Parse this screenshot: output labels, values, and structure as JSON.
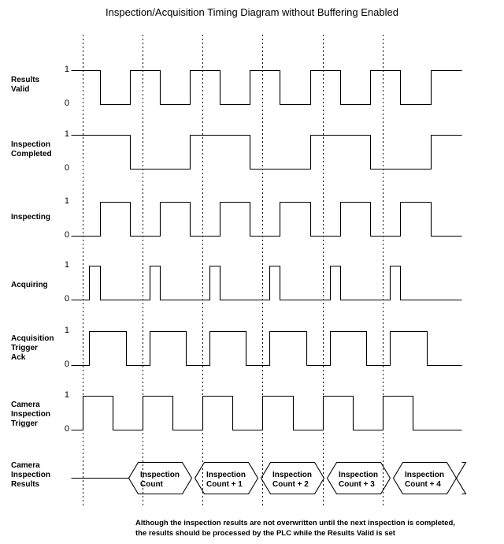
{
  "title": "Inspection/Acquisition Timing Diagram without Buffering Enabled",
  "footnote": "Although the inspection results are not overwritten until the next inspection is completed,\nthe results should be processed by the PLC while the Results Valid is set",
  "axis": {
    "high_label": "1",
    "low_label": "0"
  },
  "signals": [
    {
      "name": "results-valid",
      "label": "Results\nValid"
    },
    {
      "name": "inspection-completed",
      "label": "Inspection\nCompleted"
    },
    {
      "name": "inspecting",
      "label": "Inspecting"
    },
    {
      "name": "acquiring",
      "label": "Acquiring"
    },
    {
      "name": "acquisition-trigger-ack",
      "label": "Acquisition\nTrigger\nAck"
    },
    {
      "name": "camera-inspection-trigger",
      "label": "Camera\nInspection\nTrigger"
    },
    {
      "name": "camera-inspection-results",
      "label": "Camera\nInspection\nResults"
    }
  ],
  "data_values": [
    "Inspection\nCount",
    "Inspection\nCount + 1",
    "Inspection\nCount + 2",
    "Inspection\nCount + 3",
    "Inspection\nCount + 4"
  ],
  "chart_data": {
    "type": "line",
    "title": "Inspection/Acquisition Timing Diagram without Buffering Enabled",
    "xlabel": "",
    "ylabel": "",
    "grid": true,
    "legend_position": "none",
    "gridlines_x": [
      105,
      181,
      257,
      333,
      410,
      486
    ],
    "x_range": [
      90,
      586
    ],
    "y_levels": {
      "high": "1",
      "low": "0"
    },
    "series": [
      {
        "name": "Results Valid",
        "values": [
          [
            90,
            1
          ],
          [
            127,
            1
          ],
          [
            127,
            0
          ],
          [
            165,
            0
          ],
          [
            165,
            1
          ],
          [
            203,
            1
          ],
          [
            203,
            0
          ],
          [
            241,
            0
          ],
          [
            241,
            1
          ],
          [
            279,
            1
          ],
          [
            279,
            0
          ],
          [
            317,
            0
          ],
          [
            317,
            1
          ],
          [
            355,
            1
          ],
          [
            355,
            0
          ],
          [
            394,
            0
          ],
          [
            394,
            1
          ],
          [
            432,
            1
          ],
          [
            432,
            0
          ],
          [
            470,
            0
          ],
          [
            470,
            1
          ],
          [
            508,
            1
          ],
          [
            508,
            0
          ],
          [
            547,
            0
          ],
          [
            547,
            1
          ],
          [
            586,
            1
          ]
        ]
      },
      {
        "name": "Inspection Completed",
        "values": [
          [
            90,
            1
          ],
          [
            165,
            1
          ],
          [
            165,
            0
          ],
          [
            241,
            0
          ],
          [
            241,
            1
          ],
          [
            317,
            1
          ],
          [
            317,
            0
          ],
          [
            394,
            0
          ],
          [
            394,
            1
          ],
          [
            470,
            1
          ],
          [
            470,
            0
          ],
          [
            547,
            0
          ],
          [
            547,
            1
          ],
          [
            586,
            1
          ]
        ]
      },
      {
        "name": "Inspecting",
        "values": [
          [
            90,
            0
          ],
          [
            127,
            0
          ],
          [
            127,
            1
          ],
          [
            165,
            1
          ],
          [
            165,
            0
          ],
          [
            203,
            0
          ],
          [
            203,
            1
          ],
          [
            241,
            1
          ],
          [
            241,
            0
          ],
          [
            279,
            0
          ],
          [
            279,
            1
          ],
          [
            317,
            1
          ],
          [
            317,
            0
          ],
          [
            355,
            0
          ],
          [
            355,
            1
          ],
          [
            394,
            1
          ],
          [
            394,
            0
          ],
          [
            432,
            0
          ],
          [
            432,
            1
          ],
          [
            470,
            1
          ],
          [
            470,
            0
          ],
          [
            508,
            0
          ],
          [
            508,
            1
          ],
          [
            547,
            1
          ],
          [
            547,
            0
          ],
          [
            586,
            0
          ]
        ]
      },
      {
        "name": "Acquiring",
        "values": [
          [
            90,
            0
          ],
          [
            113,
            0
          ],
          [
            113,
            1
          ],
          [
            127,
            1
          ],
          [
            127,
            0
          ],
          [
            190,
            0
          ],
          [
            190,
            1
          ],
          [
            203,
            1
          ],
          [
            203,
            0
          ],
          [
            266,
            0
          ],
          [
            266,
            1
          ],
          [
            279,
            1
          ],
          [
            279,
            0
          ],
          [
            342,
            0
          ],
          [
            342,
            1
          ],
          [
            355,
            1
          ],
          [
            355,
            0
          ],
          [
            419,
            0
          ],
          [
            419,
            1
          ],
          [
            432,
            1
          ],
          [
            432,
            0
          ],
          [
            495,
            0
          ],
          [
            495,
            1
          ],
          [
            508,
            1
          ],
          [
            508,
            0
          ],
          [
            586,
            0
          ]
        ]
      },
      {
        "name": "Acquisition Trigger Ack",
        "values": [
          [
            90,
            0
          ],
          [
            113,
            0
          ],
          [
            113,
            1
          ],
          [
            160,
            1
          ],
          [
            160,
            0
          ],
          [
            190,
            0
          ],
          [
            190,
            1
          ],
          [
            236,
            1
          ],
          [
            236,
            0
          ],
          [
            266,
            0
          ],
          [
            266,
            1
          ],
          [
            312,
            1
          ],
          [
            312,
            0
          ],
          [
            342,
            0
          ],
          [
            342,
            1
          ],
          [
            389,
            1
          ],
          [
            389,
            0
          ],
          [
            419,
            0
          ],
          [
            419,
            1
          ],
          [
            465,
            1
          ],
          [
            465,
            0
          ],
          [
            495,
            0
          ],
          [
            495,
            1
          ],
          [
            542,
            1
          ],
          [
            542,
            0
          ],
          [
            586,
            0
          ]
        ]
      },
      {
        "name": "Camera Inspection Trigger",
        "values": [
          [
            90,
            0
          ],
          [
            105,
            0
          ],
          [
            105,
            1
          ],
          [
            143,
            1
          ],
          [
            143,
            0
          ],
          [
            181,
            0
          ],
          [
            181,
            1
          ],
          [
            219,
            1
          ],
          [
            219,
            0
          ],
          [
            257,
            0
          ],
          [
            257,
            1
          ],
          [
            295,
            1
          ],
          [
            295,
            0
          ],
          [
            333,
            0
          ],
          [
            333,
            1
          ],
          [
            372,
            1
          ],
          [
            372,
            0
          ],
          [
            410,
            0
          ],
          [
            410,
            1
          ],
          [
            448,
            1
          ],
          [
            448,
            0
          ],
          [
            486,
            0
          ],
          [
            486,
            1
          ],
          [
            524,
            1
          ],
          [
            524,
            0
          ],
          [
            586,
            0
          ]
        ]
      }
    ],
    "bus_series": {
      "name": "Camera Inspection Results",
      "segments": [
        {
          "label": "Inspection Count",
          "start": 163,
          "end": 243
        },
        {
          "label": "Inspection Count + 1",
          "start": 247,
          "end": 327
        },
        {
          "label": "Inspection Count + 2",
          "start": 331,
          "end": 411
        },
        {
          "label": "Inspection Count + 3",
          "start": 415,
          "end": 495
        },
        {
          "label": "Inspection Count + 4",
          "start": 499,
          "end": 579
        }
      ],
      "lead_in": [
        90,
        163
      ]
    }
  }
}
